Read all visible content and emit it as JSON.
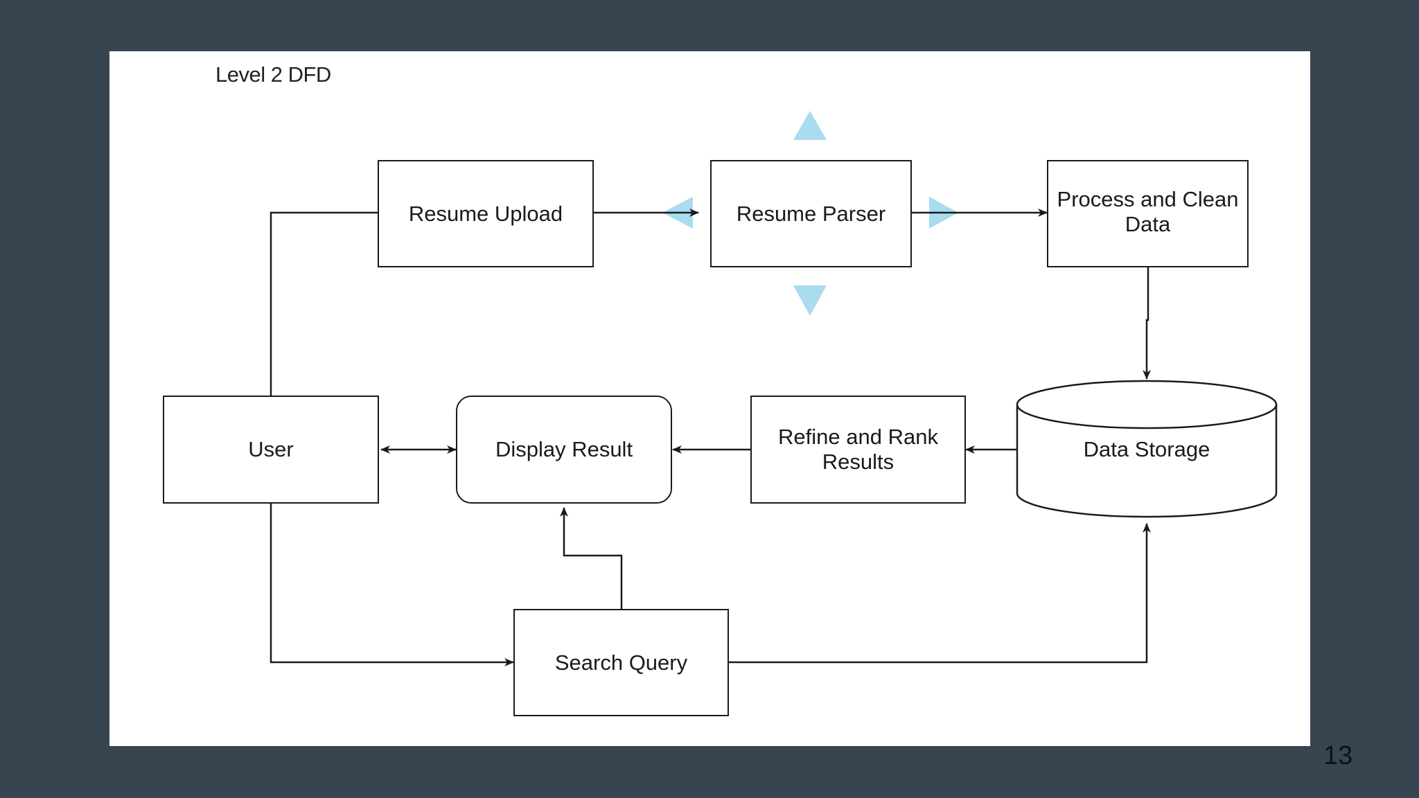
{
  "title": "Level 2 DFD",
  "nodes": {
    "resume_upload": "Resume Upload",
    "resume_parser": "Resume Parser",
    "process_clean": "Process and Clean Data",
    "user": "User",
    "display_result": "Display Result",
    "refine_rank": "Refine and Rank Results",
    "data_storage": "Data Storage",
    "search_query": "Search Query"
  },
  "page_number": "13",
  "colors": {
    "slide_background": "#374551",
    "diagram_background": "#ffffff",
    "line": "#1a1a1a",
    "selection_handle": "#a9dcef"
  }
}
